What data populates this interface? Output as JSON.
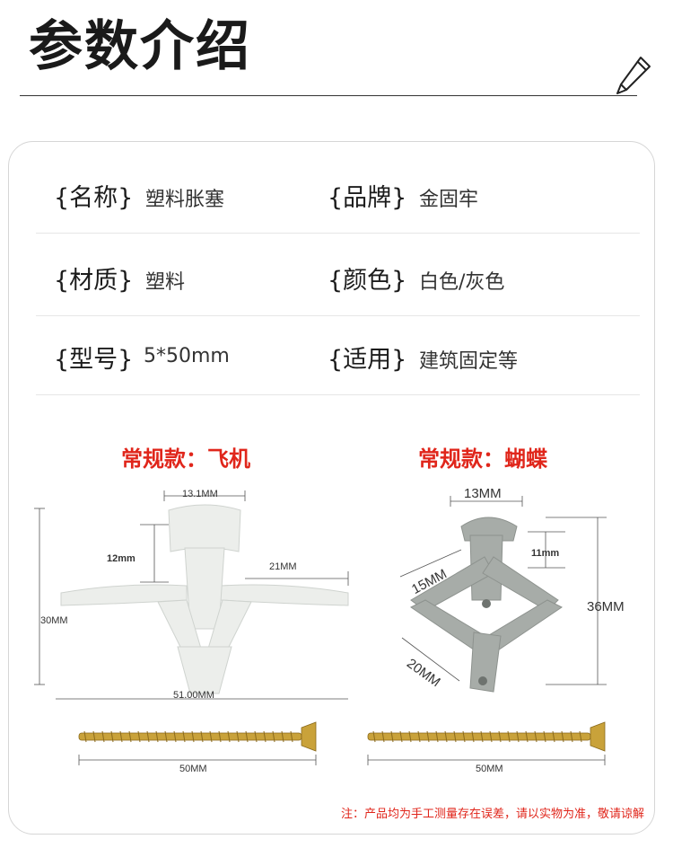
{
  "header": {
    "title": "参数介绍"
  },
  "params": [
    {
      "label": "{名称}",
      "value": "塑料胀塞",
      "label2": "{品牌}",
      "value2": "金固牢"
    },
    {
      "label": "{材质}",
      "value": "塑料",
      "label2": "{颜色}",
      "value2": "白色/灰色"
    },
    {
      "label": "{型号}",
      "value": "5*50mm",
      "label2": "{适用}",
      "value2": "建筑固定等"
    }
  ],
  "products": {
    "airplane": {
      "caption": "常规款：飞机",
      "dims": {
        "top": "13.1MM",
        "inner": "12mm",
        "wing": "21MM",
        "height": "30MM",
        "width": "51.00MM",
        "screw": "50MM"
      }
    },
    "butterfly": {
      "caption": "常规款：蝴蝶",
      "dims": {
        "top": "13MM",
        "inner": "11mm",
        "side": "15MM",
        "height": "36MM",
        "bottom": "20MM",
        "screw": "50MM"
      }
    }
  },
  "note": "注：产品均为手工测量存在误差，请以实物为准，敬请谅解",
  "colors": {
    "caption": "#e0261b",
    "plastic_white": "#e9ece8",
    "plastic_grey": "#a5aaa6",
    "screw_gold": "#c9a23a"
  }
}
